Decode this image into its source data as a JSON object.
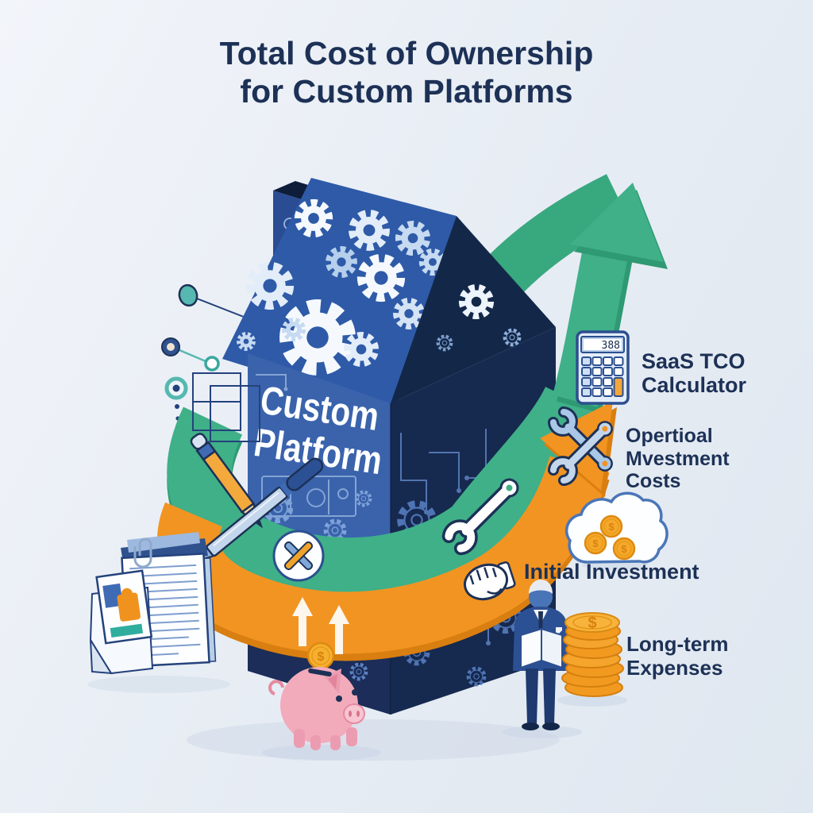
{
  "title": {
    "line1": "Total Cost of Ownership",
    "line2": "for Custom Platforms"
  },
  "house": {
    "label_line1": "Custom",
    "label_line2": "Platform"
  },
  "calculator": {
    "display": "388"
  },
  "symbols": {
    "dollar": "$"
  },
  "labels": [
    {
      "id": "saas-tco-calculator",
      "icon": "calculator-icon",
      "lines": [
        "SaaS TCO",
        "Calculator"
      ]
    },
    {
      "id": "operational-investment-costs",
      "icon": "crossed-wrenches-icon",
      "lines": [
        "Opertioal",
        "Mvestment",
        "Costs"
      ]
    },
    {
      "id": "initial-investment",
      "icon": "cloud-coins-icon",
      "lines": [
        "Initial Investment"
      ]
    },
    {
      "id": "long-term-expenses",
      "icon": "coin-stack-icon",
      "lines": [
        "Long-term",
        "Expenses"
      ]
    }
  ],
  "icons": [
    "calculator-icon",
    "crossed-wrenches-icon",
    "cloud-coins-icon",
    "coin-stack-icon",
    "piggy-bank-icon",
    "documents-icon",
    "pencil-icon",
    "pen-icon",
    "wrench-icon",
    "fist-icon",
    "gear-icon",
    "network-nodes",
    "businessman-figure",
    "green-growth-arrow",
    "orange-cost-arrow",
    "no-tools-badge"
  ],
  "colors": {
    "background_top": "#f2f5fa",
    "background_bottom": "#dfe7f0",
    "title_text": "#1d3156",
    "house_front": "#3a63ac",
    "house_roof": "#2e5aa8",
    "house_dark": "#16294f",
    "green_arrow": "#3fb088",
    "orange_arrow": "#f29422",
    "gold": "#f6a82c",
    "pink": "#f2abbb",
    "steel_blue": "#aac7e7",
    "teal": "#56b8b0"
  }
}
